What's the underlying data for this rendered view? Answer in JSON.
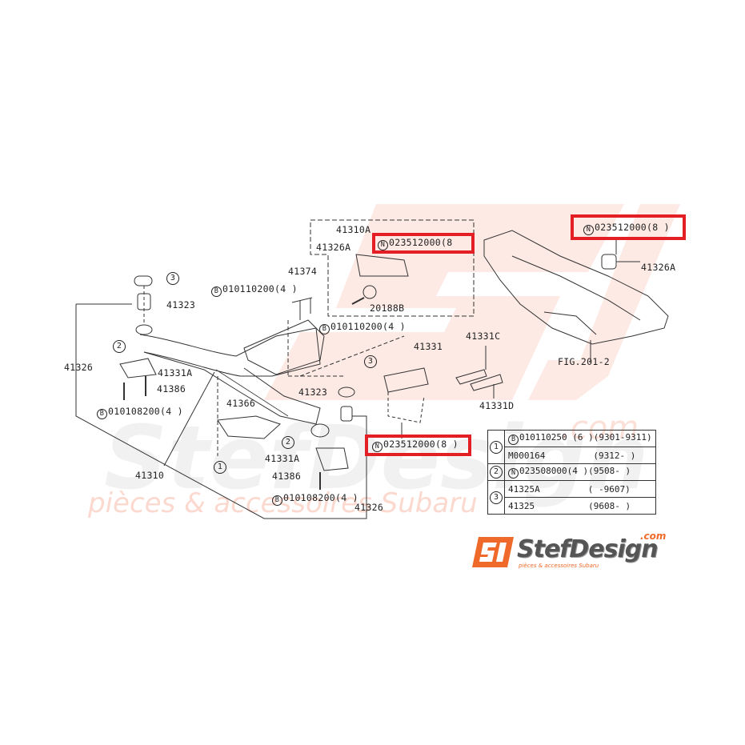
{
  "watermark": {
    "brand": "StefDesign",
    "domain": ".com",
    "tagline": "pièces & accessoires Subaru",
    "logo_mark": "SJ"
  },
  "colors": {
    "highlight": "#e41e25",
    "logo_orange": "#ef6a2a",
    "logo_grey": "#555555",
    "watermark_tint": "#fde3dc",
    "line": "#333333"
  },
  "callouts": {
    "inset_group": "41310A",
    "inset_bushing": "41326A",
    "inset_nut": "023512000(8",
    "inset_bolt": "20188B",
    "top_right_nut": "023512000(8  )",
    "top_right_bushing": "41326A",
    "fig_ref": "FIG.201-2",
    "link_41374": "41374",
    "bolt_upper_left": "010110200(4  )",
    "bolt_upper_mid": "010110200(4  )",
    "ref3_top": "3",
    "ref3_mid": "3",
    "ref2_left": "2",
    "ref2_mid": "2",
    "ref1": "1",
    "bushing_41323_left": "41323",
    "bushing_41323_mid": "41323",
    "bracket_41331A_left": "41331A",
    "bracket_41331A_mid": "41331A",
    "bolt_41386_left": "41386",
    "bolt_41386_mid": "41386",
    "bolt_lower_left": "010108200(4  )",
    "bolt_lower_mid": "010108200(4  )",
    "mount_41326_left": "41326",
    "mount_41326_right": "41326",
    "crossmember_41310": "41310",
    "bracket_41366": "41366",
    "bracket_41331": "41331",
    "bracket_41331C": "41331C",
    "bracket_41331D": "41331D",
    "bottom_nut": "023512000(8  )"
  },
  "prefix": {
    "B": "B",
    "N": "N"
  },
  "legend": {
    "rows": [
      {
        "ref": "1",
        "prefix": "B",
        "part": "010110250",
        "qty": "(6 )",
        "date": "(9301-9311)"
      },
      {
        "ref": "",
        "prefix": "",
        "part": "M000164",
        "qty": "",
        "date": "(9312-    )"
      },
      {
        "ref": "2",
        "prefix": "N",
        "part": "023508000",
        "qty": "(4 )",
        "date": "(9508-    )"
      },
      {
        "ref": "3",
        "prefix": "",
        "part": "41325A",
        "qty": "",
        "date": "(    -9607)"
      },
      {
        "ref": "",
        "prefix": "",
        "part": "41325",
        "qty": "",
        "date": "(9608-    )"
      }
    ]
  }
}
